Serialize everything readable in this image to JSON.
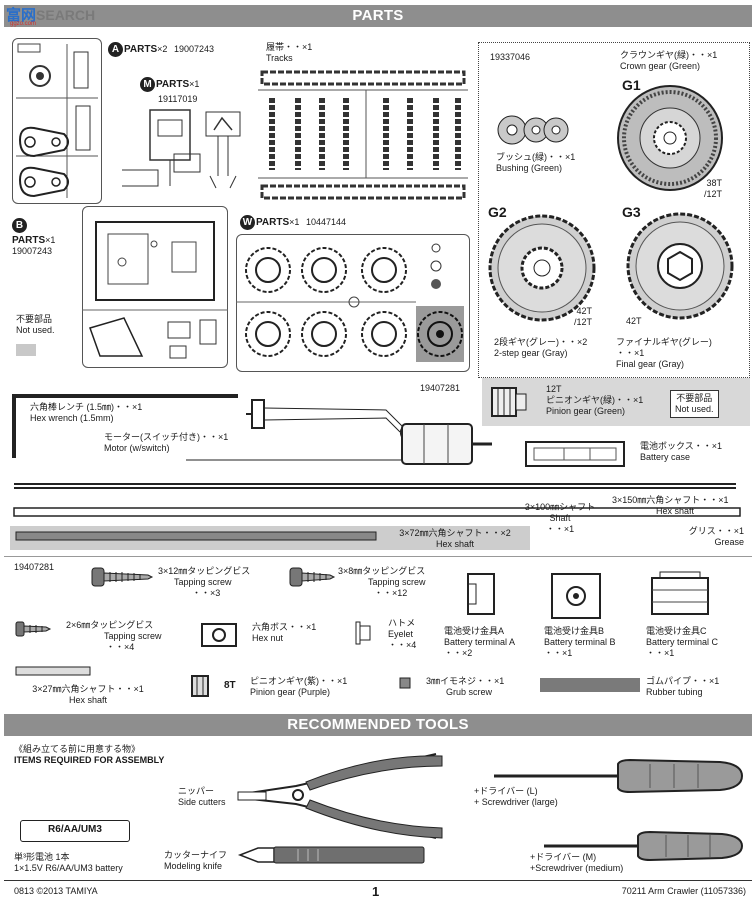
{
  "watermark": {
    "left": "富网",
    "right": "SEARCH",
    "sub": "ggzo.com"
  },
  "header": {
    "parts_title": "PARTS",
    "tools_title": "RECOMMENDED TOOLS"
  },
  "trees": {
    "a": {
      "letter": "A",
      "label": "PARTS",
      "qty": "×2",
      "code": "19007243"
    },
    "m": {
      "letter": "M",
      "label": "PARTS",
      "qty": "×1",
      "code": "19117019"
    },
    "b": {
      "letter": "B",
      "label": "PARTS",
      "qty": "×1",
      "code": "19007243"
    },
    "w": {
      "letter": "W",
      "label": "PARTS",
      "qty": "×1",
      "code": "10447144"
    },
    "tracks": {
      "jp": "履帯・・×1",
      "en": "Tracks"
    },
    "not_used": {
      "jp": "不要部品",
      "en": "Not used."
    }
  },
  "gears": {
    "code": "19337046",
    "bushing": {
      "jp": "ブッシュ(緑)・・×1",
      "en": "Bushing (Green)"
    },
    "g1": {
      "id": "G1",
      "jp": "クラウンギヤ(緑)・・×1",
      "en": "Crown gear (Green)",
      "teeth_a": "38T",
      "teeth_b": "/12T"
    },
    "g2": {
      "id": "G2",
      "jp": "2段ギヤ(グレー)・・×2",
      "en": "2-step gear (Gray)",
      "teeth_a": "42T",
      "teeth_b": "/12T"
    },
    "g3": {
      "id": "G3",
      "jp": "ファイナルギヤ(グレー)",
      "qty": "・・×1",
      "en": "Final gear (Gray)",
      "teeth": "42T"
    },
    "pinion": {
      "teeth": "12T",
      "jp": "ピニオンギヤ(緑)・・×1",
      "en": "Pinion gear (Green)"
    }
  },
  "parts": {
    "code_a": "19407281",
    "code_b": "19407281",
    "hex_wrench": {
      "jp": "六角棒レンチ (1.5㎜)・・×1",
      "en": "Hex wrench (1.5mm)"
    },
    "motor": {
      "jp": "モーター(スイッチ付き)・・×1",
      "en": "Motor (w/switch)"
    },
    "battery_case": {
      "jp": "電池ボックス・・×1",
      "en": "Battery case"
    },
    "shaft_100": {
      "jp": "3×100㎜シャフト",
      "en": "Shaft",
      "qty": "・・×1"
    },
    "hex_shaft_150": {
      "jp": "3×150㎜六角シャフト・・×1",
      "en": "Hex shaft"
    },
    "hex_shaft_72": {
      "jp": "3×72㎜六角シャフト・・×2",
      "en": "Hex shaft"
    },
    "grease": {
      "jp": "グリス・・×1",
      "en": "Grease"
    },
    "screw_3x12": {
      "jp": "3×12㎜タッピングビス",
      "en": "Tapping screw",
      "qty": "・・×3"
    },
    "screw_3x8": {
      "jp": "3×8㎜タッピングビス",
      "en": "Tapping screw",
      "qty": "・・×12"
    },
    "screw_2x6": {
      "jp": "2×6㎜タッピングビス",
      "en": "Tapping screw",
      "qty": "・・×4"
    },
    "hex_nut": {
      "jp": "六角ボス・・×1",
      "en": "Hex nut"
    },
    "eyelet": {
      "jp": "ハトメ",
      "en": "Eyelet",
      "qty": "・・×4"
    },
    "terminal_a": {
      "jp": "電池受け金具A",
      "en": "Battery terminal A",
      "qty": "・・×2"
    },
    "terminal_b": {
      "jp": "電池受け金具B",
      "en": "Battery terminal B",
      "qty": "・・×1"
    },
    "terminal_c": {
      "jp": "電池受け金具C",
      "en": "Battery terminal C",
      "qty": "・・×1"
    },
    "hex_shaft_27": {
      "jp": "3×27㎜六角シャフト・・×1",
      "en": "Hex shaft"
    },
    "pinion_8t": {
      "teeth": "8T",
      "jp": "ピニオンギヤ(紫)・・×1",
      "en": "Pinion gear (Purple)"
    },
    "grub_screw": {
      "jp": "3㎜イモネジ・・×1",
      "en": "Grub screw"
    },
    "rubber_tubing": {
      "jp": "ゴムパイプ・・×1",
      "en": "Rubber tubing"
    }
  },
  "tools": {
    "heading_jp": "《組み立てる前に用意する物》",
    "heading_en": "ITEMS REQUIRED FOR ASSEMBLY",
    "side_cutters": {
      "jp": "ニッパー",
      "en": "Side cutters"
    },
    "screwdriver_l": {
      "jp": "+ドライバー (L)",
      "en": "+ Screwdriver (large)"
    },
    "screwdriver_m": {
      "jp": "+ドライバー (M)",
      "en": "+Screwdriver (medium)"
    },
    "battery": {
      "tag": "R6/AA/UM3",
      "jp": "単³形電池 1本",
      "en": "1×1.5V R6/AA/UM3 battery"
    },
    "knife": {
      "jp": "カッターナイフ",
      "en": "Modeling knife"
    }
  },
  "footer": {
    "left": "0813 ©2013 TAMIYA",
    "page": "1",
    "right": "70211 Arm Crawler (11057336)"
  }
}
